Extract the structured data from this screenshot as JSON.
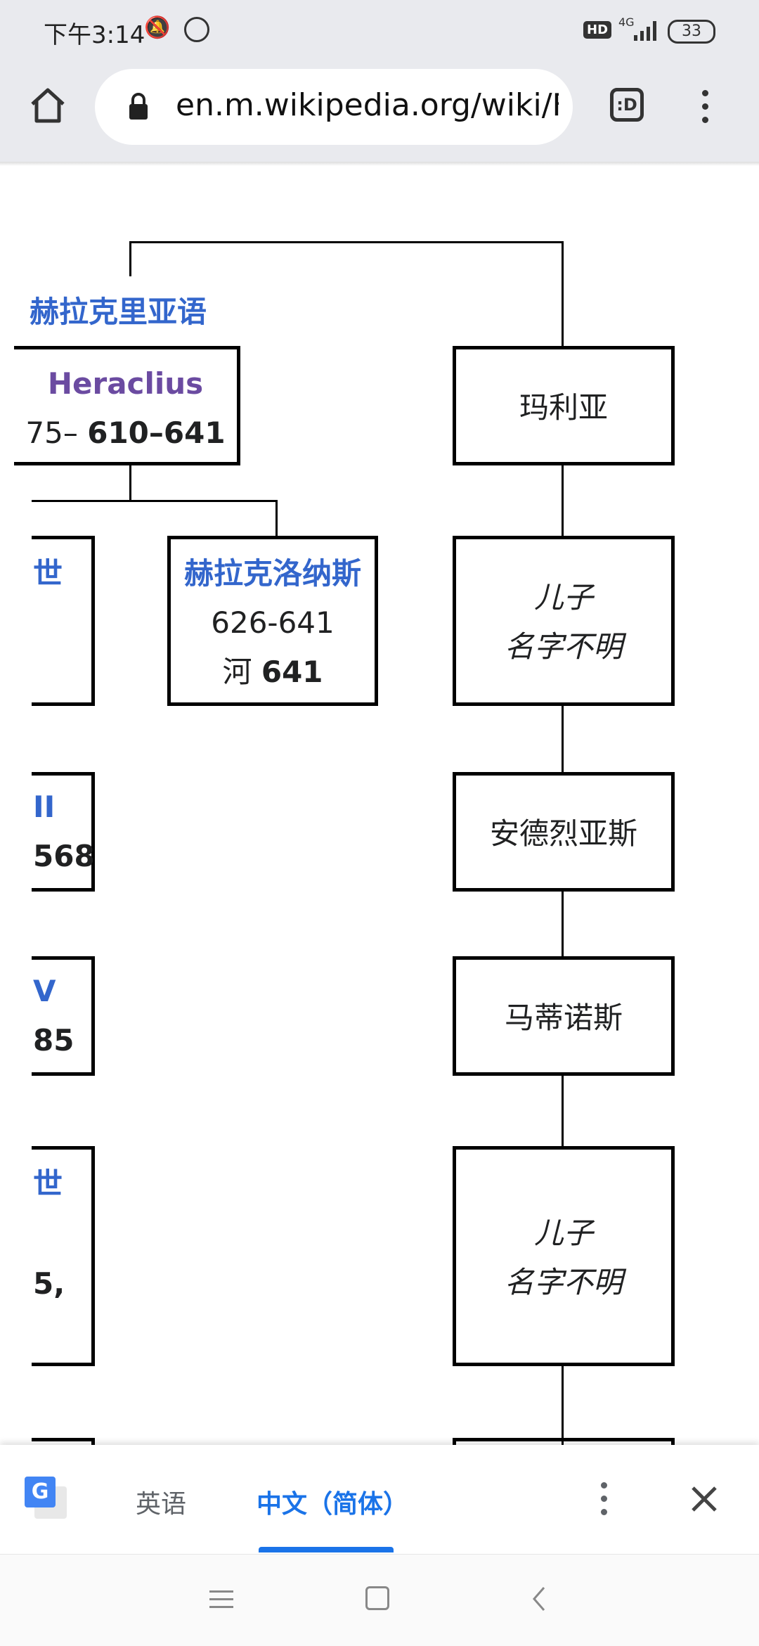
{
  "status": {
    "time": "下午3:14",
    "battery": "33",
    "network": "4G",
    "hd": "HD"
  },
  "browser": {
    "url_main": "en.m.wikipedia.org/wiki/Fa",
    "tab_count": ":D"
  },
  "tree": {
    "heading": "赫拉克里亚语",
    "heraclius": {
      "name": "Heraclius",
      "dates_prefix": "75–",
      "dates_bold": "610–641"
    },
    "left1": {
      "label": "世"
    },
    "heraklonas": {
      "name": "赫拉克洛纳斯",
      "dates": "626-641",
      "reign_prefix": "河",
      "reign_bold": "641"
    },
    "left2": {
      "label": "II",
      "dates": "568"
    },
    "left3": {
      "label": "V",
      "dates": "85"
    },
    "left4": {
      "label": "世",
      "dates": "5,"
    },
    "maria": "玛利亚",
    "son1": [
      "儿子",
      "名字不明"
    ],
    "andreas": "安德烈亚斯",
    "martinos": "马蒂诺斯",
    "son2": [
      "儿子",
      "名字不明"
    ]
  },
  "translate": {
    "source": "英语",
    "target": "中文（简体）"
  }
}
